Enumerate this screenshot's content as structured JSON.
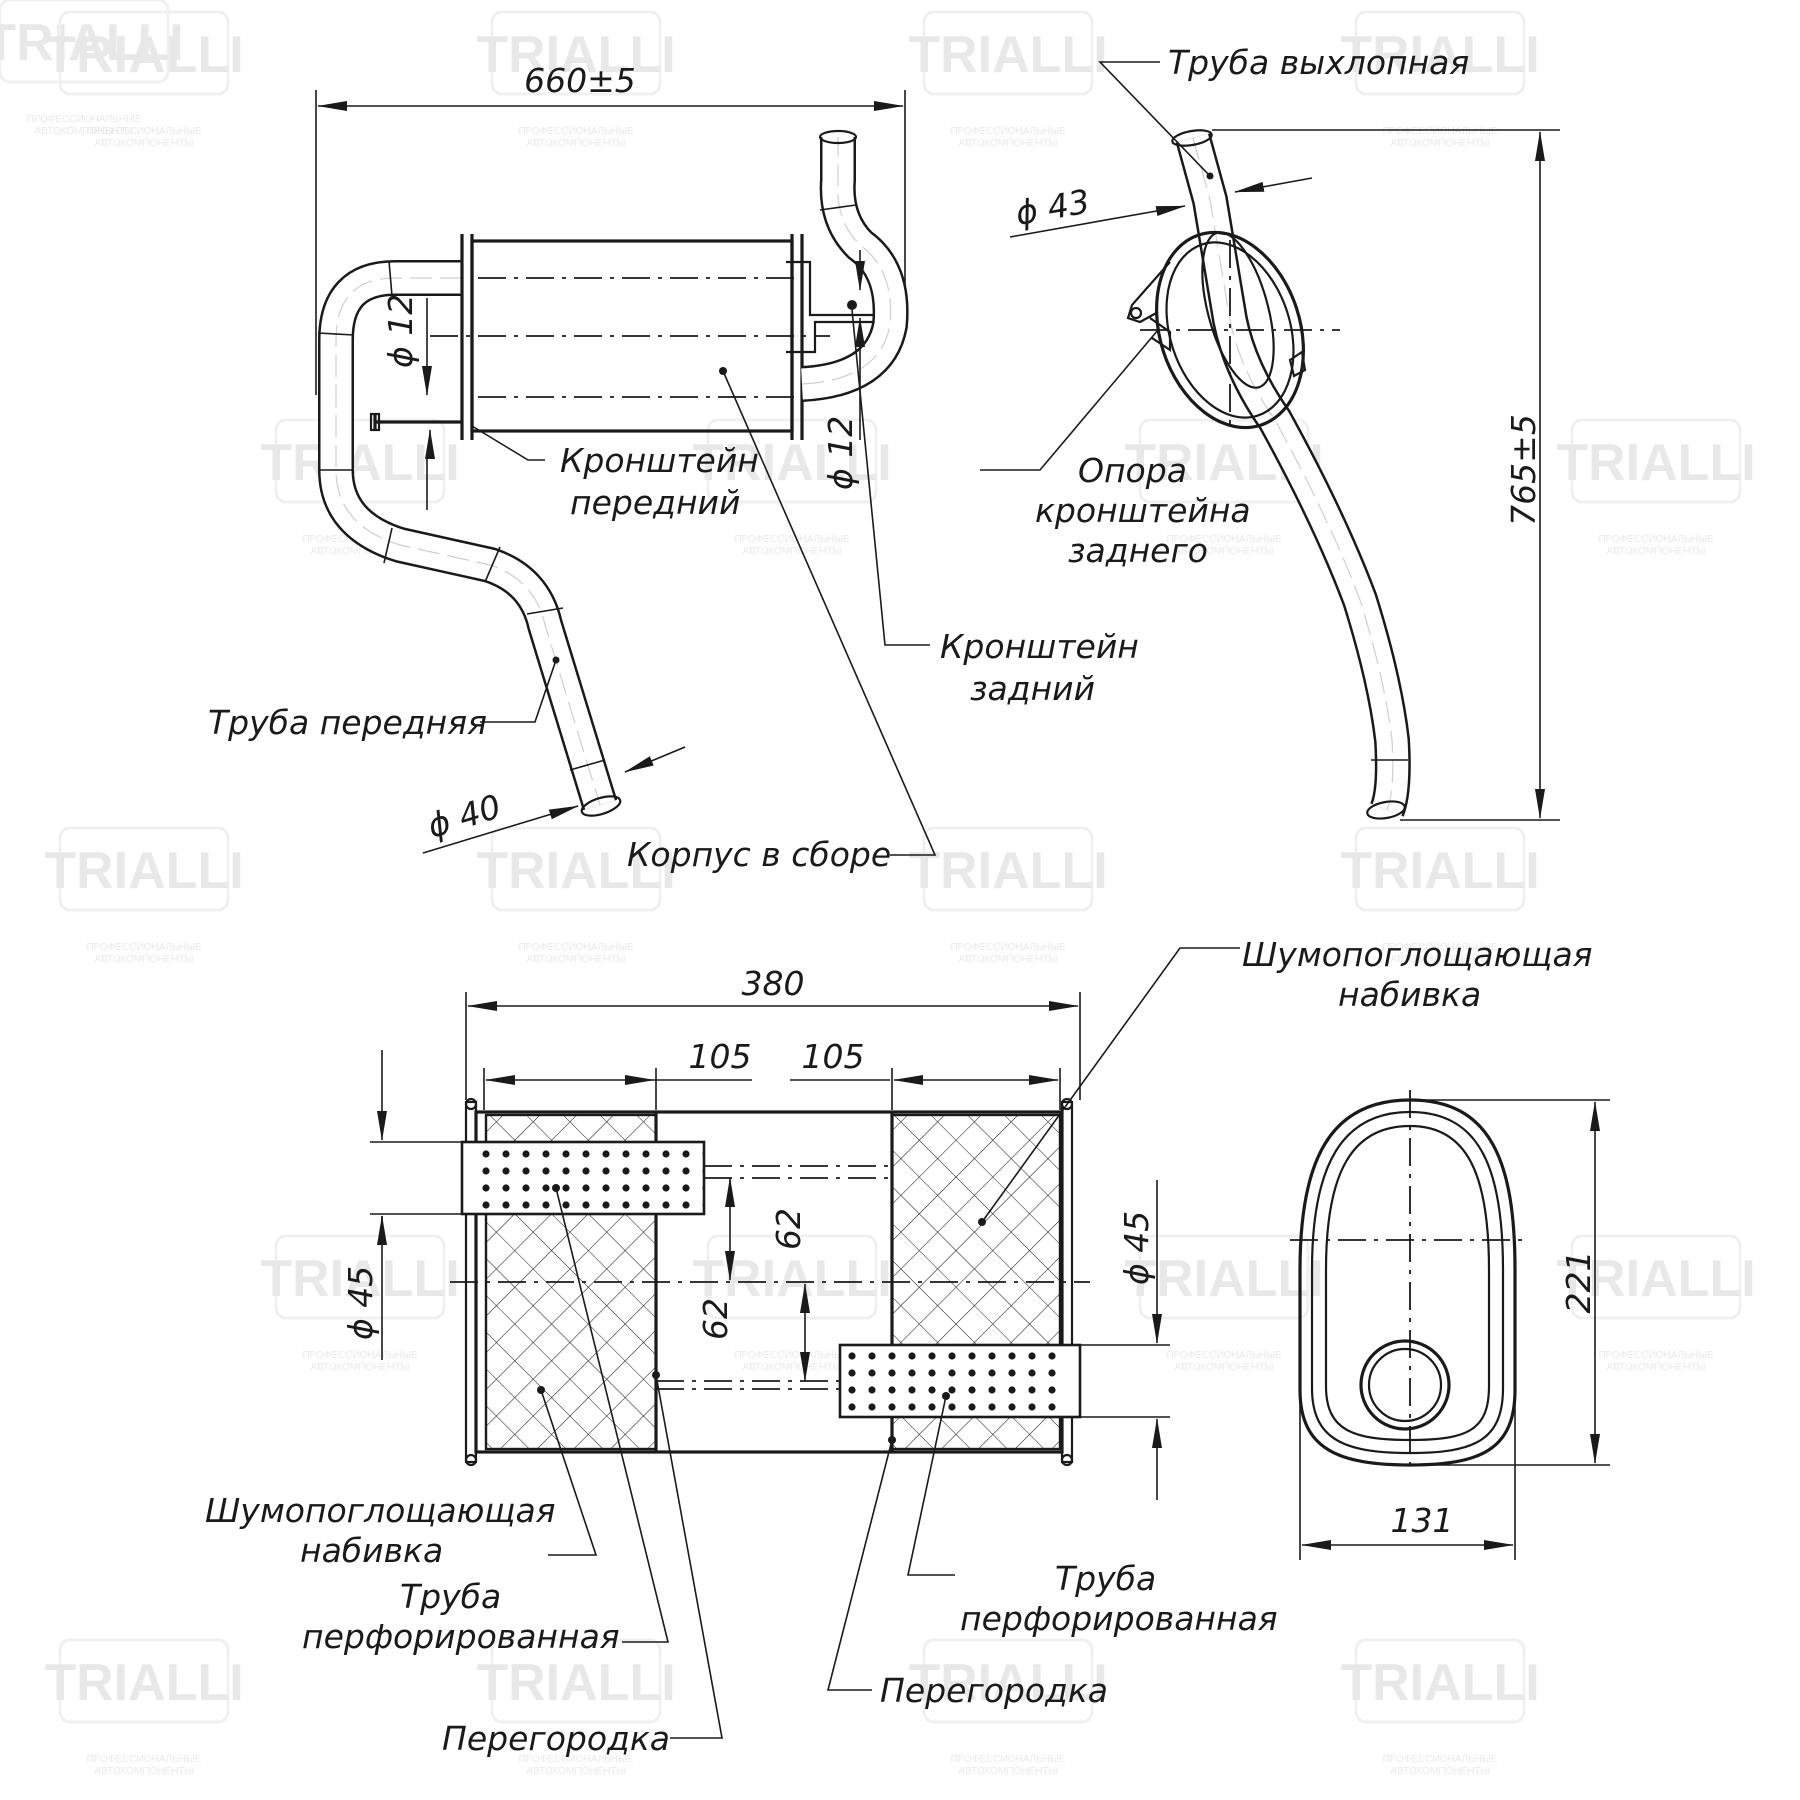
{
  "watermark": {
    "brand": "TRIALLI",
    "tagline_1": "ПРОФЕССИОНАЛЬНЫЕ",
    "tagline_2": "АВТОКОМПОНЕНТЫ"
  },
  "top_left_view": {
    "dim_length": "660±5",
    "dim_bracket_front": "ϕ 12",
    "dim_bracket_rear": "ϕ 12",
    "dim_inlet": "ϕ 40",
    "label_bracket_front_1": "Кронштейн",
    "label_bracket_front_2": "передний",
    "label_bracket_rear_1": "Кронштейн",
    "label_bracket_rear_2": "задний",
    "label_front_pipe": "Труба передняя",
    "label_body": "Корпус в сборе"
  },
  "top_right_view": {
    "label_exhaust": "Труба выхлопная",
    "dim_exhaust": "ϕ 43",
    "dim_height": "765±5",
    "label_support_1": "Опора",
    "label_support_2": "кронштейна",
    "label_support_3": "заднего"
  },
  "section_view": {
    "dim_total": "380",
    "dim_chamber_left": "105",
    "dim_chamber_right": "105",
    "dim_offset_upper": "62",
    "dim_offset_lower": "62",
    "dim_inlet": "ϕ 45",
    "dim_outlet": "ϕ 45",
    "label_packing_top_1": "Шумопоглощающая",
    "label_packing_top_2": "набивка",
    "label_packing_left_1": "Шумопоглощающая",
    "label_packing_left_2": "набивка",
    "label_perf_left_1": "Труба",
    "label_perf_left_2": "перфорированная",
    "label_perf_right_1": "Труба",
    "label_perf_right_2": "перфорированная",
    "label_baffle_left": "Перегородка",
    "label_baffle_right": "Перегородка"
  },
  "end_view": {
    "dim_height": "221",
    "dim_width": "131"
  }
}
